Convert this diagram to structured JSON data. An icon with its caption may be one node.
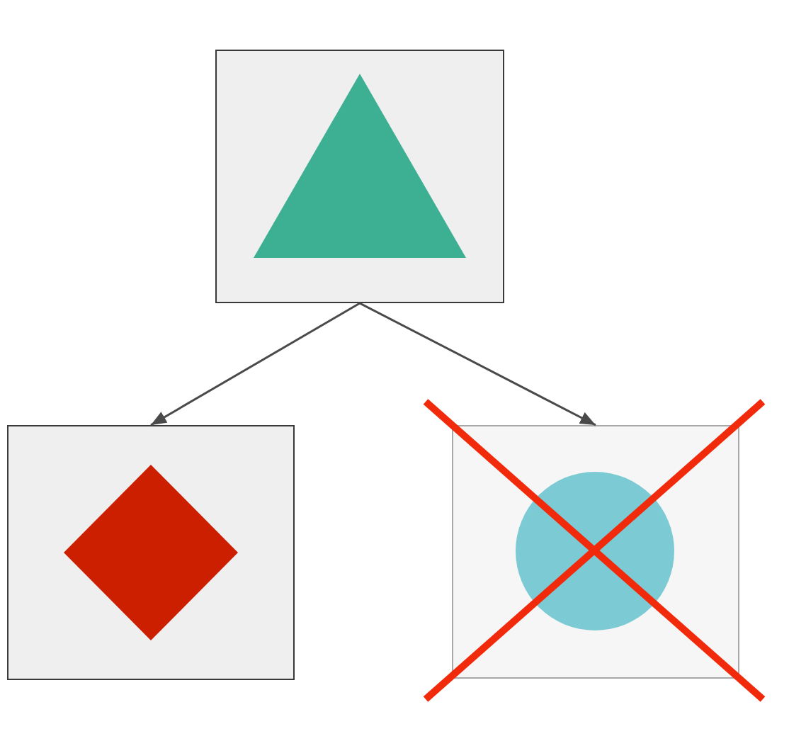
{
  "diagram": {
    "nodes": [
      {
        "text": [],
        "shape": "box"
      },
      {
        "text": [],
        "shape": "triangle",
        "in": 0
      },
      {
        "text": [],
        "shape": "box"
      },
      {
        "text": [],
        "shape": "diamond",
        "in": 2
      },
      {
        "text": [],
        "shape": "box"
      },
      {
        "text": [],
        "shape": "circle",
        "in": 4
      }
    ],
    "edges": [
      {
        "from": 0,
        "to": 2,
        "arrow": "to"
      },
      {
        "from": 0,
        "to": 4,
        "arrow": "to"
      }
    ]
  }
}
